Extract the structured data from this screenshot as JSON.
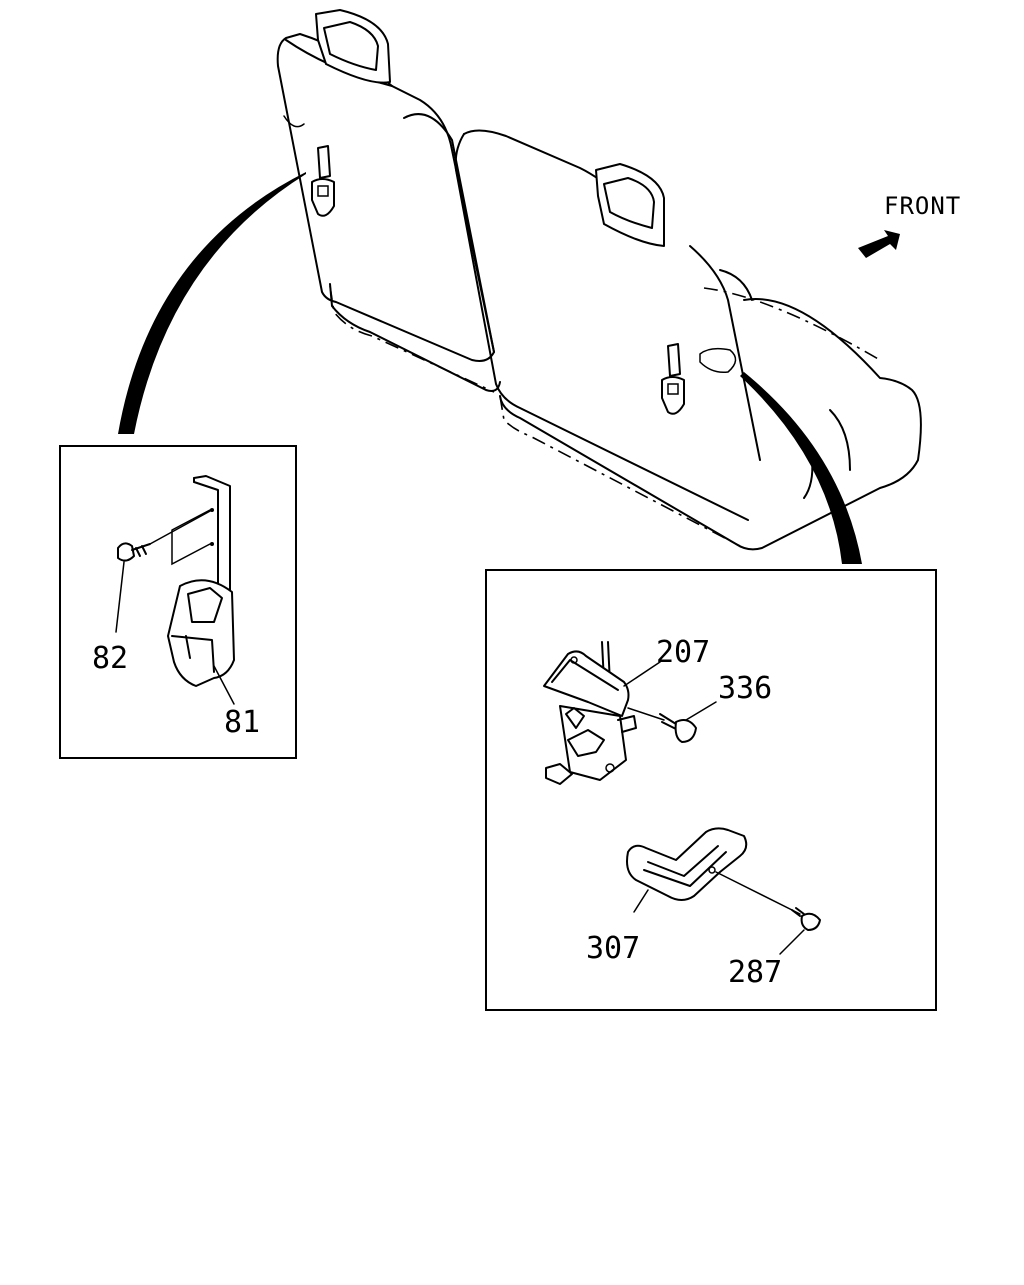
{
  "direction_indicator": {
    "label": "FRONT"
  },
  "callouts": {
    "left_inset": {
      "parts": [
        {
          "number": "82"
        },
        {
          "number": "81"
        }
      ]
    },
    "right_inset": {
      "parts": [
        {
          "number": "207"
        },
        {
          "number": "336"
        },
        {
          "number": "307"
        },
        {
          "number": "287"
        }
      ]
    }
  },
  "colors": {
    "line": "#000000",
    "background": "#ffffff"
  }
}
